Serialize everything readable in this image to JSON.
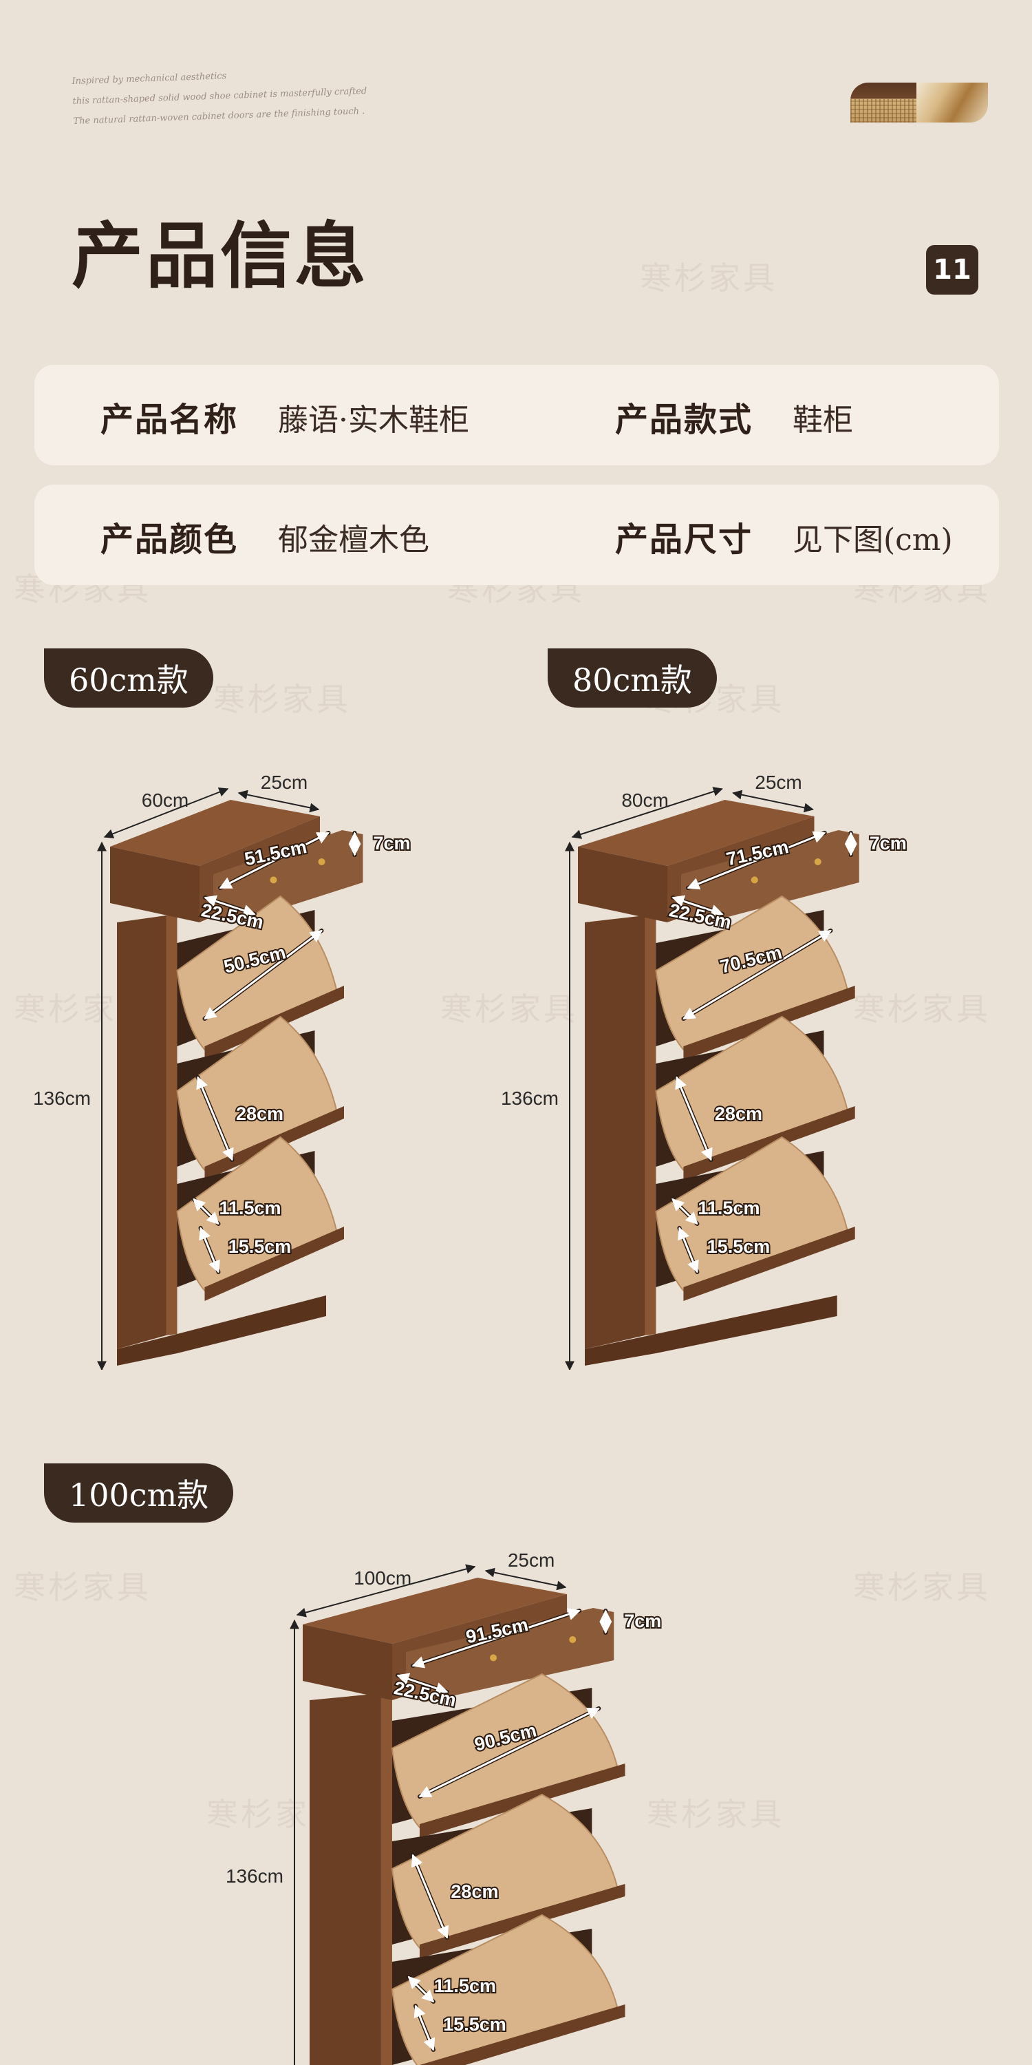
{
  "header": {
    "script_lines": [
      "Inspired by mechanical aesthetics",
      "this rattan-shaped solid wood shoe cabinet is masterfully crafted",
      "The natural rattan-woven cabinet doors are the finishing touch ."
    ],
    "page_number": "11"
  },
  "title": "产品信息",
  "info": {
    "name_label": "产品名称",
    "name_value": "藤语·实木鞋柜",
    "style_label": "产品款式",
    "style_value": "鞋柜",
    "color_label": "产品颜色",
    "color_value": "郁金檀木色",
    "size_label": "产品尺寸",
    "size_value": "见下图(cm)"
  },
  "watermark": "寒杉家具",
  "models": [
    {
      "label": "60cm款",
      "width": "60cm",
      "depth": "25cm",
      "height": "136cm",
      "drawer_width": "51.5cm",
      "drawer_height": "7cm",
      "drawer_depth": "22.5cm",
      "tier_width": "50.5cm",
      "tier_height": "28cm",
      "inner_depth": "11.5cm",
      "outer_depth": "15.5cm"
    },
    {
      "label": "80cm款",
      "width": "80cm",
      "depth": "25cm",
      "height": "136cm",
      "drawer_width": "71.5cm",
      "drawer_height": "7cm",
      "drawer_depth": "22.5cm",
      "tier_width": "70.5cm",
      "tier_height": "28cm",
      "inner_depth": "11.5cm",
      "outer_depth": "15.5cm"
    },
    {
      "label": "100cm款",
      "width": "100cm",
      "depth": "25cm",
      "height": "136cm",
      "drawer_width": "91.5cm",
      "drawer_height": "7cm",
      "drawer_depth": "22.5cm",
      "tier_width": "90.5cm",
      "tier_height": "28cm",
      "inner_depth": "11.5cm",
      "outer_depth": "15.5cm"
    }
  ],
  "colors": {
    "background": "#ebe2d7",
    "card": "#f6efe8",
    "dark_brown": "#3b2a20",
    "wood": "#7a4a2c",
    "wood_light": "#d8b48a"
  }
}
